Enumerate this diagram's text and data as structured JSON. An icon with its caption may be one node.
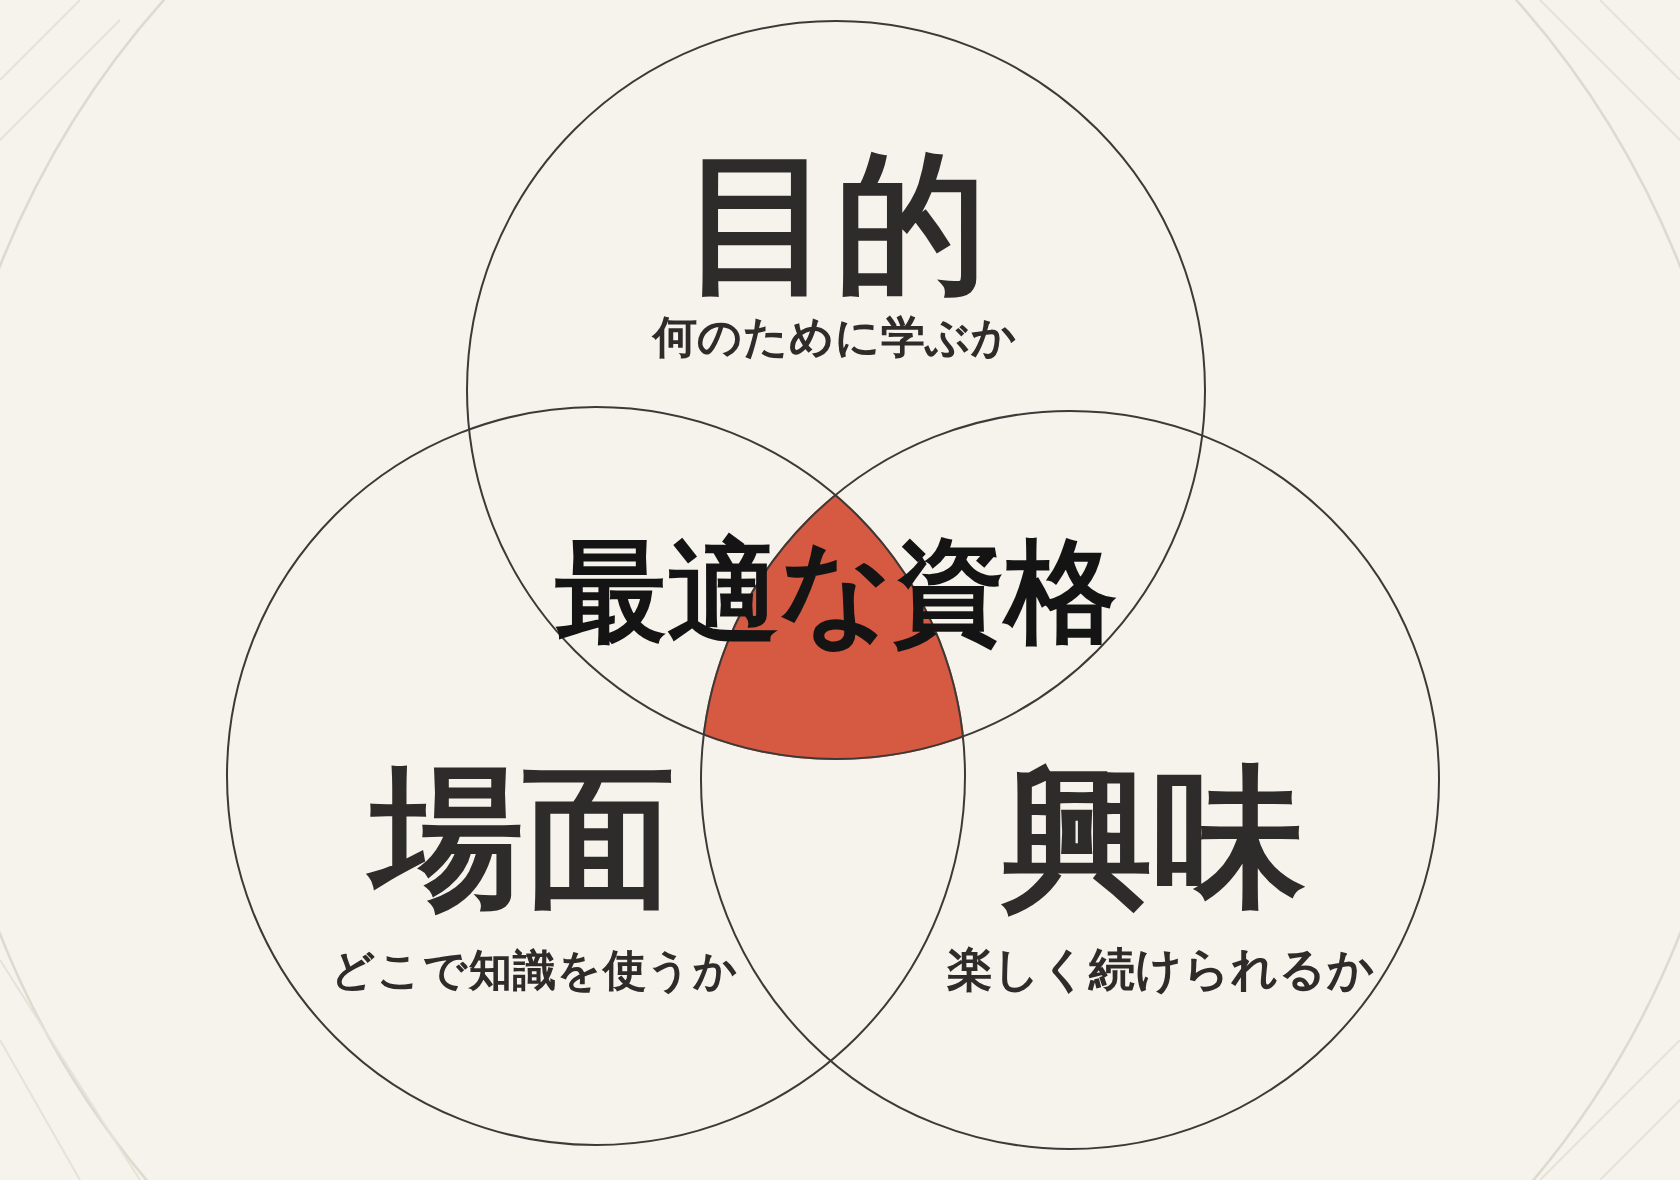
{
  "diagram": {
    "nodes": [
      {
        "text": [
          "目的",
          "何のために学ぶか"
        ]
      },
      {
        "text": [
          "最適な資格"
        ]
      },
      {
        "text": [
          "場面",
          "どこで知識を使うか"
        ]
      },
      {
        "text": [
          "興味",
          "楽しく続けられるか"
        ]
      }
    ]
  }
}
